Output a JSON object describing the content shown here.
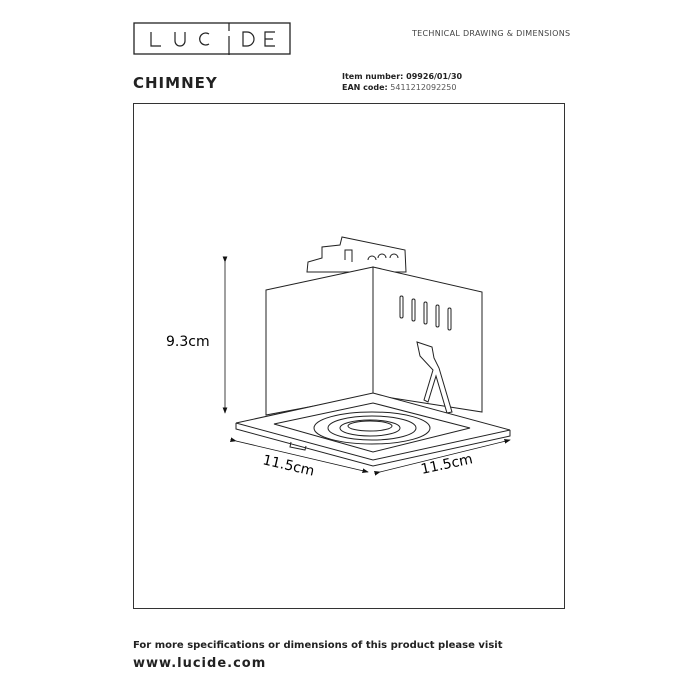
{
  "brand": "LUCIDE",
  "header": {
    "subtitle": "TECHNICAL DRAWING & DIMENSIONS"
  },
  "product": {
    "name": "CHIMNEY",
    "item_label": "Item number:",
    "item_number": "09926/01/30",
    "ean_label": "EAN code:",
    "ean": "5411212092250"
  },
  "dimensions": {
    "height": "9.3cm",
    "width": "11.5cm",
    "depth": "11.5cm"
  },
  "footer": {
    "text": "For more specifications or dimensions of this product please visit",
    "url": "www.lucide.com"
  }
}
